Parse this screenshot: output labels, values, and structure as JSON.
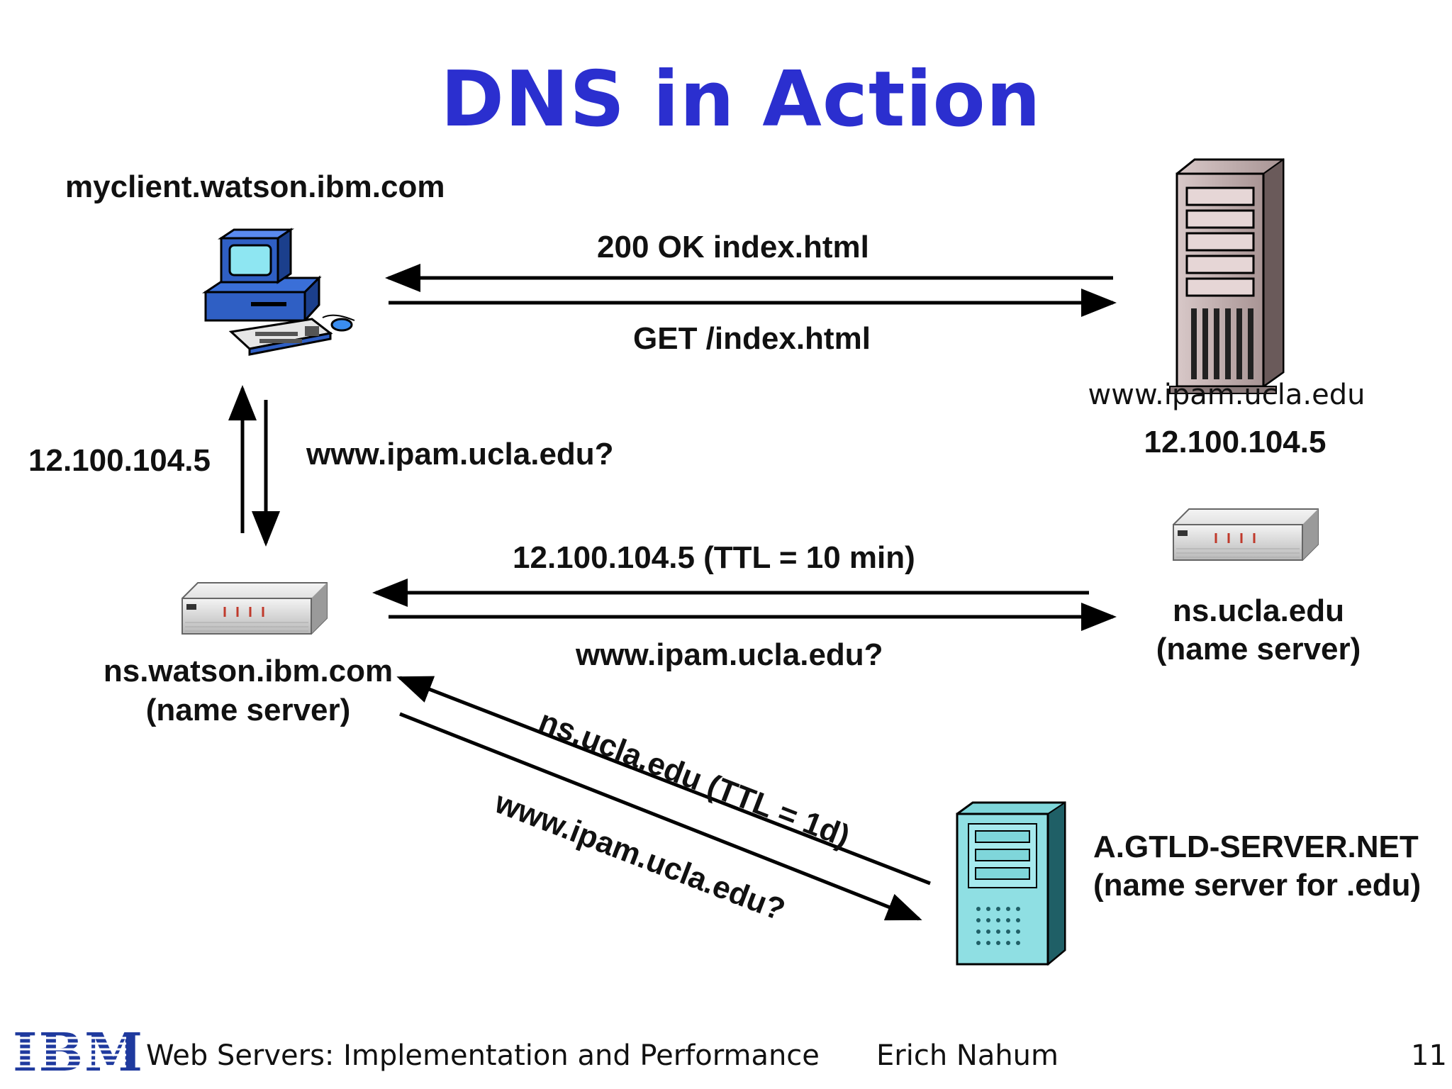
{
  "slide": {
    "title": "DNS in Action",
    "footer": {
      "course": "Web Servers: Implementation and Performance",
      "author": "Erich Nahum",
      "page_number": "11",
      "logo_text": "IBM"
    }
  },
  "nodes": {
    "client": {
      "hostname": "myclient.watson.ibm.com",
      "icon": "desktop-computer-icon"
    },
    "web_server": {
      "hostname": "www.ipam.ucla.edu",
      "ip": "12.100.104.5",
      "icon": "tower-server-icon"
    },
    "local_ns": {
      "hostname": "ns.watson.ibm.com",
      "role": "(name server)",
      "icon": "router-icon"
    },
    "ucla_ns": {
      "hostname": "ns.ucla.edu",
      "role": "(name server)",
      "icon": "router-icon"
    },
    "gtld": {
      "hostname": "A.GTLD-SERVER.NET",
      "role": "(name server for .edu)",
      "icon": "cyan-server-icon"
    }
  },
  "messages": {
    "http_response": "200 OK index.html",
    "http_request": "GET /index.html",
    "client_query": "www.ipam.ucla.edu?",
    "client_answer": "12.100.104.5",
    "ucla_answer": "12.100.104.5 (TTL = 10 min)",
    "ucla_query": "www.ipam.ucla.edu?",
    "gtld_answer": "ns.ucla.edu (TTL = 1d)",
    "gtld_query": "www.ipam.ucla.edu?"
  },
  "colors": {
    "title": "#2b2fcf",
    "arrow": "#000000",
    "logo": "#1f3a9e"
  }
}
